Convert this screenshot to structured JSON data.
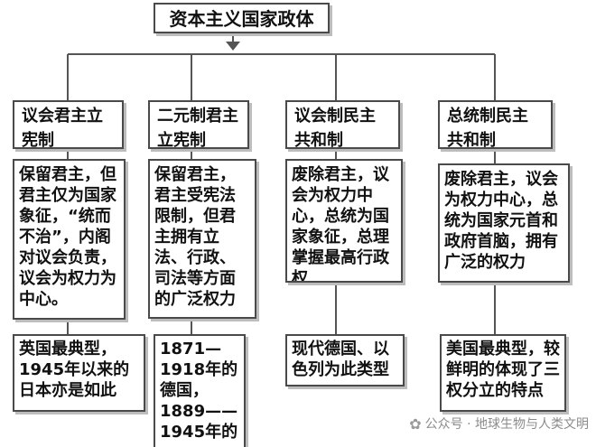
{
  "title": "资本主义国家政体",
  "columns": [
    {
      "type": "议会君主立宪制",
      "description": "保留君主，但君主仅为国家象征，“统而不治”，内阁对议会负责，议会为权力为中心。",
      "example": "英国最典型，1945年以来的日本亦是如此"
    },
    {
      "type": "二元制君主立宪制",
      "description": "保留君主，君主受宪法限制，但君主拥有立法、行政、司法等方面的广泛权力",
      "example": "1871—1918年的德国，1889——1945年的"
    },
    {
      "type": "议会制民主共和制",
      "description": "废除君主，议会为权力中心，总统为国家象征，总理掌握最高行政权",
      "example": "现代德国、以色列为此类型"
    },
    {
      "type": "总统制民主共和制",
      "description": "废除君主，议会为权力中心，总统为国家元首和政府首脑，拥有广泛的权力",
      "example": "美国最典型，较鲜明的体现了三权分立的特点"
    }
  ],
  "watermark": {
    "icon": "wechat-icon",
    "text": "公众号 · 地球生物与人类文明"
  }
}
